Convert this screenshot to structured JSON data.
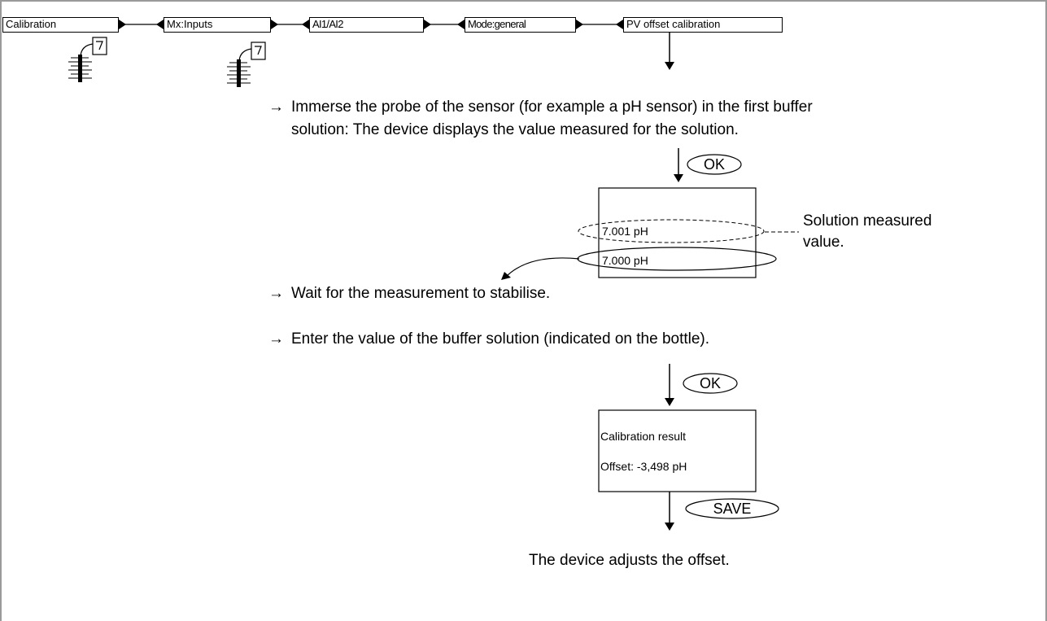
{
  "menu_path": [
    {
      "label": "Calibration"
    },
    {
      "label": "Mx:Inputs"
    },
    {
      "label": "AI1/AI2"
    },
    {
      "label": "Mode:general"
    },
    {
      "label": "PV offset calibration"
    }
  ],
  "steps": {
    "immerse_line1": "Immerse the probe of the sensor (for example a pH sensor) in the first buffer",
    "immerse_line2": "solution: The device displays the value measured for the solution.",
    "wait": "Wait for the measurement to stabilise.",
    "enter": "Enter the value of the buffer solution (indicated on the bottle).",
    "arrow_glyph": "→"
  },
  "buttons": {
    "ok": "OK",
    "save": "SAVE"
  },
  "display1": {
    "measured": "7.001 pH",
    "entered": "7.000 pH"
  },
  "annotation": {
    "line1": "Solution measured",
    "line2": "value."
  },
  "display2": {
    "line1": "Calibration result",
    "line2": "Offset: -3,498 pH"
  },
  "footer": "The device adjusts the offset.",
  "icons": [
    "probe-in-liquid-icon",
    "probe-in-liquid-icon"
  ]
}
